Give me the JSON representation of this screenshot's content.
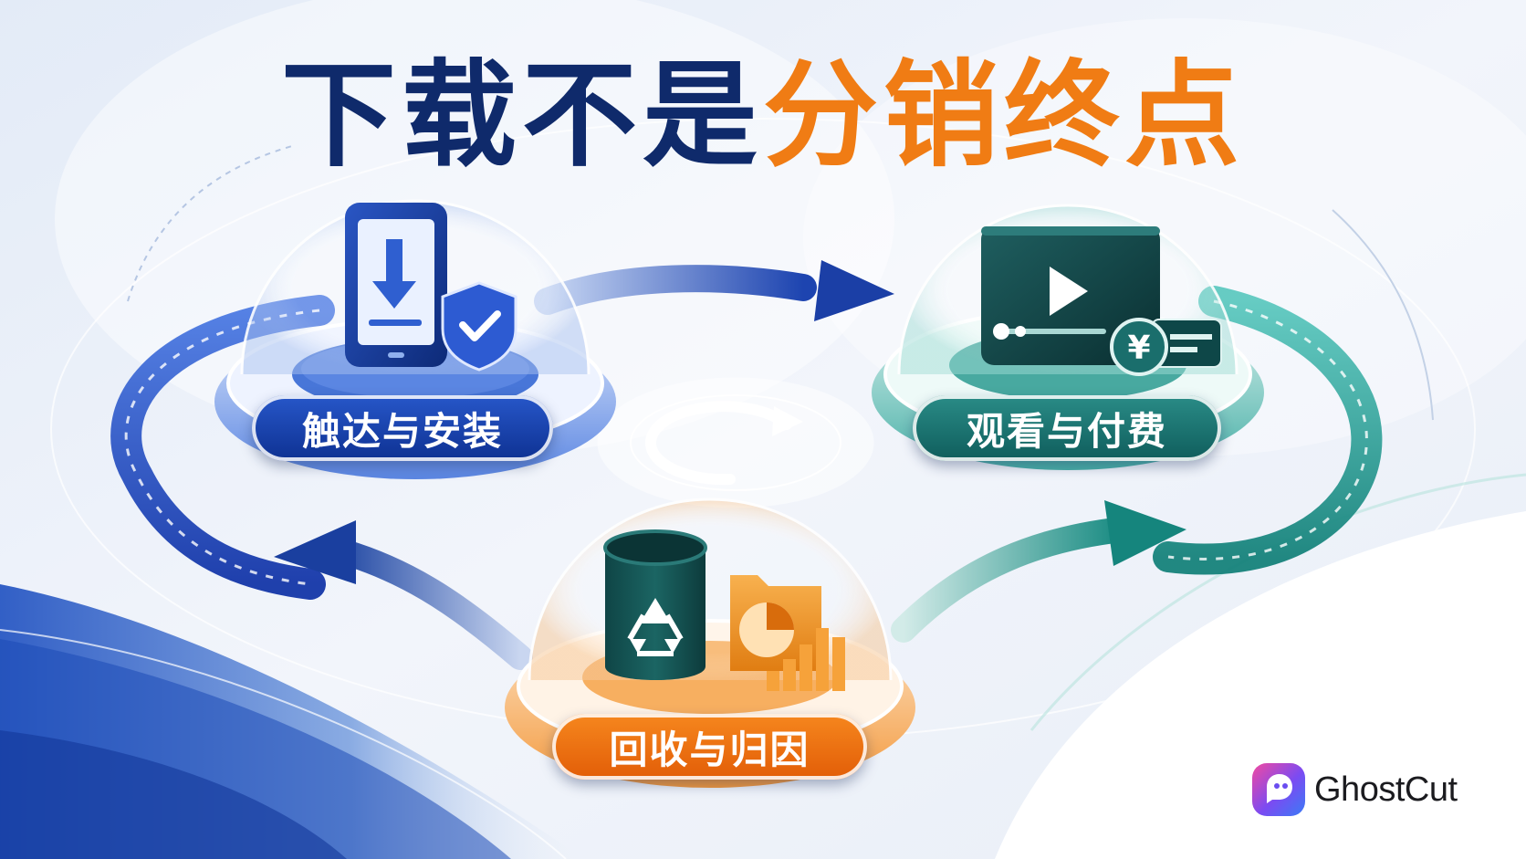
{
  "title": {
    "part_dark": "下载不是",
    "part_accent": "分销终点"
  },
  "nodes": [
    {
      "label": "触达与安装",
      "icon": "phone-download-shield-icon",
      "color": "#1a46b4"
    },
    {
      "label": "观看与付费",
      "icon": "video-player-payment-icon",
      "color": "#17706d"
    },
    {
      "label": "回收与归因",
      "icon": "recycle-bin-analytics-icon",
      "color": "#ef7110"
    }
  ],
  "center_icon": "refresh-cycle-icon",
  "logo": {
    "text": "GhostCut",
    "icon": "ghostcut-logo-icon"
  },
  "colors": {
    "dark_blue": "#0f2a6b",
    "orange": "#f07c14",
    "teal": "#1f8a84",
    "blue": "#1d4fc0"
  }
}
